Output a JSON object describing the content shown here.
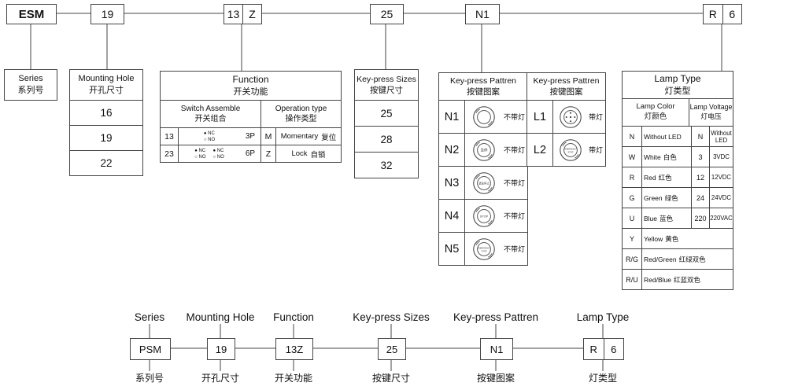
{
  "top_code": {
    "esm": "ESM",
    "mounting": "19",
    "function_left": "13",
    "function_right": "Z",
    "size": "25",
    "pattern": "N1",
    "lamp_left": "R",
    "lamp_right": "6"
  },
  "series_box": {
    "en": "Series",
    "zh": "系列号"
  },
  "mounting_table": {
    "en": "Mounting Hole",
    "zh": "开孔尺寸",
    "values": [
      "16",
      "19",
      "22"
    ]
  },
  "function_table": {
    "en": "Function",
    "zh": "开关功能",
    "assemble_en": "Switch  Assemble",
    "assemble_zh": "开关组合",
    "operation_en": "Operation type",
    "operation_zh": "操作类型",
    "rows": [
      {
        "code": "13",
        "nc_line": "● NC",
        "no_line": "○ NO",
        "poles": "3P",
        "op": "M",
        "op_en": "Momentary",
        "op_zh": "复位"
      },
      {
        "code": "23",
        "nc_line": "● NC",
        "no_line": "○ NO",
        "poles": "6P",
        "op": "Z",
        "op_en": "Lock",
        "op_zh": "自锁"
      }
    ]
  },
  "sizes_table": {
    "en": "Key-press Sizes",
    "zh": "按键尺寸",
    "values": [
      "25",
      "28",
      "32"
    ]
  },
  "pattern_table_n": {
    "en": "Key-press Pattren",
    "zh": "按键图案",
    "rows": [
      {
        "code": "N1",
        "icon_line1": "",
        "icon_line2": "",
        "label": "不带灯"
      },
      {
        "code": "N2",
        "icon_line1": "急停",
        "icon_line2": "",
        "label": "不带灯"
      },
      {
        "code": "N3",
        "icon_line1": "紧急停止",
        "icon_line2": "",
        "label": "不带灯"
      },
      {
        "code": "N4",
        "icon_line1": "STOP",
        "icon_line2": "",
        "label": "不带灯"
      },
      {
        "code": "N5",
        "icon_line1": "EMERGENCY",
        "icon_line2": "STOP",
        "label": "不带灯"
      }
    ]
  },
  "pattern_table_l": {
    "en": "Key-press Pattren",
    "zh": "按键图案",
    "rows": [
      {
        "code": "L1",
        "icon_line1": "",
        "icon_line2": "",
        "label": "带灯"
      },
      {
        "code": "L2",
        "icon_line1": "EMERGENCY",
        "icon_line2": "STOP",
        "label": "带灯"
      }
    ]
  },
  "lamp_table": {
    "en": "Lamp   Type",
    "zh": "灯类型",
    "color_en": "Lamp  Color",
    "color_zh": "灯颜色",
    "voltage_en": "Lamp Voltage",
    "voltage_zh": "灯电压",
    "colors": [
      {
        "code": "N",
        "en": "Without LED",
        "zh": ""
      },
      {
        "code": "W",
        "en": "White",
        "zh": "白色"
      },
      {
        "code": "R",
        "en": "Red",
        "zh": "红色"
      },
      {
        "code": "G",
        "en": "Green",
        "zh": "绿色"
      },
      {
        "code": "U",
        "en": "Blue",
        "zh": "蓝色"
      },
      {
        "code": "Y",
        "en": "Yellow",
        "zh": "黄色"
      },
      {
        "code": "R/G",
        "en": "Red/Green",
        "zh": "红绿双色"
      },
      {
        "code": "R/U",
        "en": "Red/Blue",
        "zh": "红蓝双色"
      }
    ],
    "voltages": [
      {
        "code": "N",
        "label": "Without LED"
      },
      {
        "code": "3",
        "label": "3VDC"
      },
      {
        "code": "12",
        "label": "12VDC"
      },
      {
        "code": "24",
        "label": "24VDC"
      },
      {
        "code": "220",
        "label": "220VAC"
      }
    ]
  },
  "bottom": {
    "labels_en": [
      "Series",
      "Mounting Hole",
      "Function",
      "Key-press Sizes",
      "Key-press Pattren",
      "Lamp   Type"
    ],
    "codes": [
      "PSM",
      "19",
      "13Z",
      "25",
      "N1"
    ],
    "lamp_left": "R",
    "lamp_right": "6",
    "labels_zh": [
      "系列号",
      "开孔尺寸",
      "开关功能",
      "按键尺寸",
      "按键图案",
      "灯类型"
    ]
  }
}
